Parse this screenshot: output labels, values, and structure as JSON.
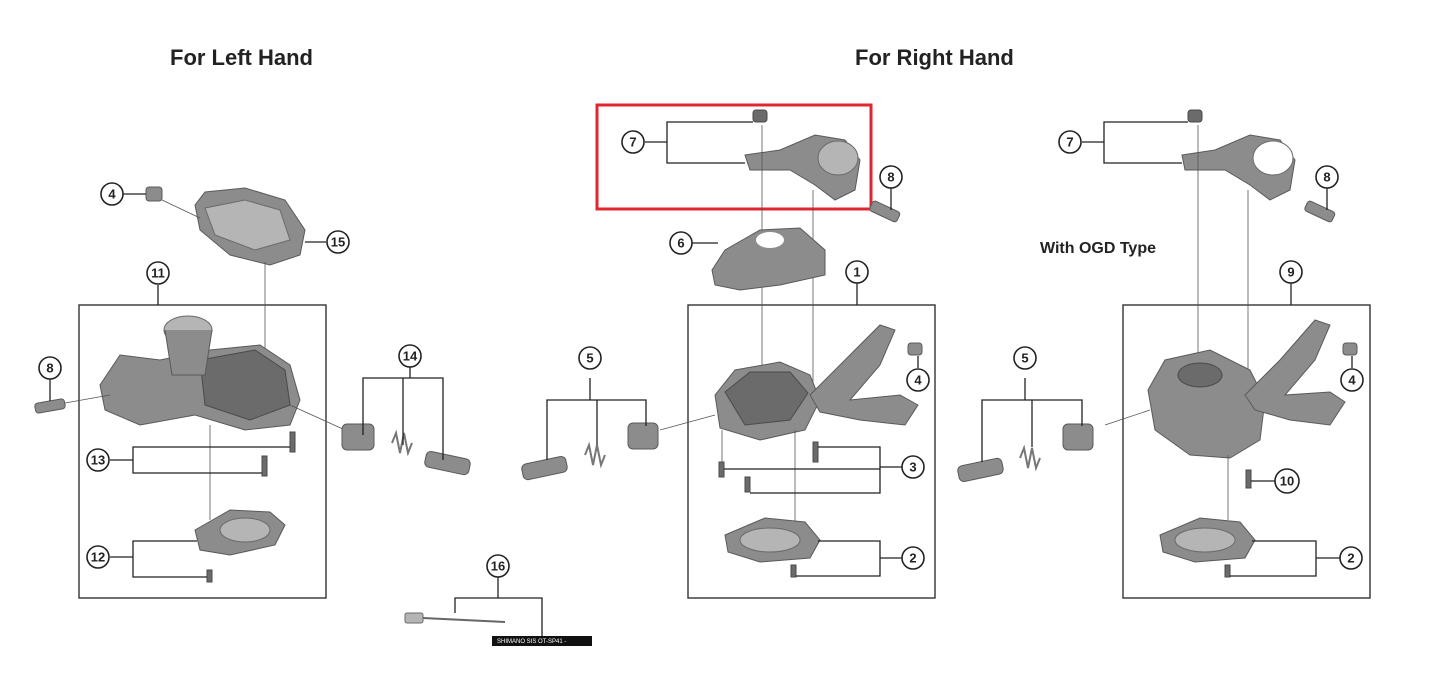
{
  "headings": {
    "left": "For Left Hand",
    "right": "For Right Hand",
    "ogd": "With OGD Type"
  },
  "callouts": {
    "c1": "1",
    "c2a": "2",
    "c2b": "2",
    "c3": "3",
    "c4a": "4",
    "c4b": "4",
    "c4c": "4",
    "c5a": "5",
    "c5b": "5",
    "c6": "6",
    "c7a": "7",
    "c7b": "7",
    "c8a": "8",
    "c8b": "8",
    "c8c": "8",
    "c9": "9",
    "c10": "10",
    "c11": "11",
    "c12": "12",
    "c13": "13",
    "c14": "14",
    "c15": "15",
    "c16": "16"
  },
  "cable_print": "SHIMANO SIS  OT-SP41 -",
  "colors": {
    "highlight": "#e0262f",
    "part": "#8c8c8c"
  }
}
